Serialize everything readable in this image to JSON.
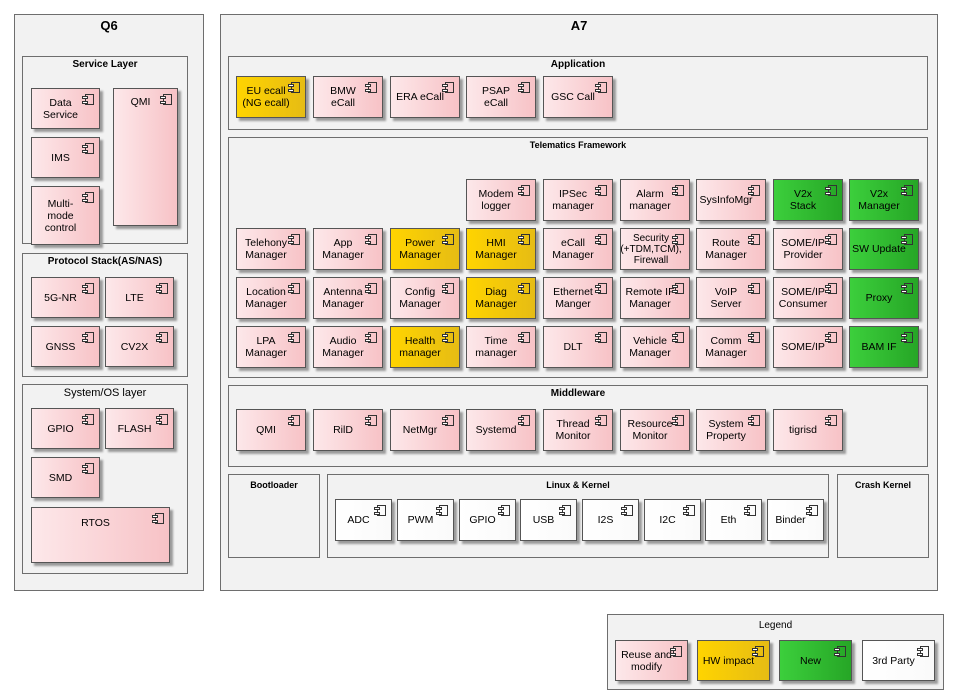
{
  "q6": {
    "title": "Q6",
    "service_layer": {
      "title": "Service Layer"
    },
    "protocol_stack": {
      "title": "Protocol Stack(AS/NAS)"
    },
    "system_os": {
      "title": "System/OS layer"
    },
    "components": [
      {
        "id": "data-service",
        "label": "Data\nService",
        "status": "reuse"
      },
      {
        "id": "ims",
        "label": "IMS",
        "status": "reuse"
      },
      {
        "id": "multimode-control",
        "label": "Multi-\nmode\ncontrol",
        "status": "reuse"
      },
      {
        "id": "qmi",
        "label": "QMI",
        "status": "reuse"
      },
      {
        "id": "5g-nr",
        "label": "5G-NR",
        "status": "reuse"
      },
      {
        "id": "lte",
        "label": "LTE",
        "status": "reuse"
      },
      {
        "id": "gnss",
        "label": "GNSS",
        "status": "reuse"
      },
      {
        "id": "cv2x",
        "label": "CV2X",
        "status": "reuse"
      },
      {
        "id": "gpio",
        "label": "GPIO",
        "status": "reuse"
      },
      {
        "id": "flash",
        "label": "FLASH",
        "status": "reuse"
      },
      {
        "id": "smd",
        "label": "SMD",
        "status": "reuse"
      },
      {
        "id": "rtos",
        "label": "RTOS",
        "status": "reuse"
      }
    ]
  },
  "a7": {
    "title": "A7",
    "application": {
      "title": "Application",
      "components": [
        {
          "id": "eu-ecall",
          "label": "EU ecall\n(NG ecall)",
          "status": "hw"
        },
        {
          "id": "bmw-ecall",
          "label": "BMW eCall",
          "status": "reuse"
        },
        {
          "id": "era-ecall",
          "label": "ERA eCall",
          "status": "reuse"
        },
        {
          "id": "psap-ecall",
          "label": "PSAP eCall",
          "status": "reuse"
        },
        {
          "id": "gsc-call",
          "label": "GSC Call",
          "status": "reuse"
        }
      ]
    },
    "telematics": {
      "title": "Telematics Framework",
      "components": [
        {
          "id": "modem-logger",
          "label": "Modem\nlogger",
          "status": "reuse"
        },
        {
          "id": "ipsec-manager",
          "label": "IPSec\nmanager",
          "status": "reuse"
        },
        {
          "id": "alarm-manager",
          "label": "Alarm\nmanager",
          "status": "reuse"
        },
        {
          "id": "sysinfomgr",
          "label": "SysInfoMgr",
          "status": "reuse"
        },
        {
          "id": "v2x-stack",
          "label": "V2x\nStack",
          "status": "new"
        },
        {
          "id": "v2x-manager",
          "label": "V2x\nManager",
          "status": "new"
        },
        {
          "id": "telehony-manager",
          "label": "Telehony\nManager",
          "status": "reuse"
        },
        {
          "id": "app-manager",
          "label": "App\nManager",
          "status": "reuse"
        },
        {
          "id": "power-manager",
          "label": "Power\nManager",
          "status": "hw"
        },
        {
          "id": "hmi-manager",
          "label": "HMI\nManager",
          "status": "hw"
        },
        {
          "id": "ecall-manager",
          "label": "eCall\nManager",
          "status": "reuse"
        },
        {
          "id": "security-manager",
          "label": "Security\n(+TDM,TCM),\nFirewall",
          "status": "reuse"
        },
        {
          "id": "route-manager",
          "label": "Route\nManager",
          "status": "reuse"
        },
        {
          "id": "someip-provider",
          "label": "SOME/IP\nProvider",
          "status": "reuse"
        },
        {
          "id": "sw-update",
          "label": "SW Update",
          "status": "new"
        },
        {
          "id": "location-manager",
          "label": "Location\nManager",
          "status": "reuse"
        },
        {
          "id": "antenna-manager",
          "label": "Antenna\nManager",
          "status": "reuse"
        },
        {
          "id": "config-manager",
          "label": "Config\nManager",
          "status": "reuse"
        },
        {
          "id": "diag-manager",
          "label": "Diag\nManager",
          "status": "hw"
        },
        {
          "id": "ethernet-manger",
          "label": "Ethernet\nManger",
          "status": "reuse"
        },
        {
          "id": "remote-if-manager",
          "label": "Remote IF\nManager",
          "status": "reuse"
        },
        {
          "id": "voip-server",
          "label": "VoIP\nServer",
          "status": "reuse"
        },
        {
          "id": "someip-consumer",
          "label": "SOME/IP\nConsumer",
          "status": "reuse"
        },
        {
          "id": "proxy",
          "label": "Proxy",
          "status": "new"
        },
        {
          "id": "lpa-manager",
          "label": "LPA\nManager",
          "status": "reuse"
        },
        {
          "id": "audio-manager",
          "label": "Audio\nManager",
          "status": "reuse"
        },
        {
          "id": "health-manager",
          "label": "Health\nmanager",
          "status": "hw"
        },
        {
          "id": "time-manager",
          "label": "Time\nmanager",
          "status": "reuse"
        },
        {
          "id": "dlt",
          "label": "DLT",
          "status": "reuse"
        },
        {
          "id": "vehicle-manager",
          "label": "Vehicle\nManager",
          "status": "reuse"
        },
        {
          "id": "comm-manager",
          "label": "Comm\nManager",
          "status": "reuse"
        },
        {
          "id": "someip",
          "label": "SOME/IP",
          "status": "reuse"
        },
        {
          "id": "bam-if",
          "label": "BAM IF",
          "status": "new"
        }
      ]
    },
    "middleware": {
      "title": "Middleware",
      "components": [
        {
          "id": "mw-qmi",
          "label": "QMI",
          "status": "reuse"
        },
        {
          "id": "rild",
          "label": "RilD",
          "status": "reuse"
        },
        {
          "id": "netmgr",
          "label": "NetMgr",
          "status": "reuse"
        },
        {
          "id": "systemd",
          "label": "Systemd",
          "status": "reuse"
        },
        {
          "id": "thread-monitor",
          "label": "Thread\nMonitor",
          "status": "reuse"
        },
        {
          "id": "resource-monitor",
          "label": "Resource\nMonitor",
          "status": "reuse"
        },
        {
          "id": "system-property",
          "label": "System\nProperty",
          "status": "reuse"
        },
        {
          "id": "tigrisd",
          "label": "tigrisd",
          "status": "reuse"
        }
      ]
    },
    "bootloader": {
      "title": "Bootloader"
    },
    "linux_kernel": {
      "title": "Linux & Kernel",
      "components": [
        {
          "id": "adc",
          "label": "ADC",
          "status": "third"
        },
        {
          "id": "pwm",
          "label": "PWM",
          "status": "third"
        },
        {
          "id": "k-gpio",
          "label": "GPIO",
          "status": "third"
        },
        {
          "id": "usb",
          "label": "USB",
          "status": "third"
        },
        {
          "id": "i2s",
          "label": "I2S",
          "status": "third"
        },
        {
          "id": "i2c",
          "label": "I2C",
          "status": "third"
        },
        {
          "id": "eth",
          "label": "Eth",
          "status": "third"
        },
        {
          "id": "binder",
          "label": "Binder",
          "status": "third"
        }
      ]
    },
    "crash_kernel": {
      "title": "Crash Kernel"
    }
  },
  "legend": {
    "title": "Legend",
    "items": [
      {
        "id": "legend-reuse",
        "label": "Reuse and\nmodify",
        "status": "reuse"
      },
      {
        "id": "legend-hw",
        "label": "HW impact",
        "status": "hw"
      },
      {
        "id": "legend-new",
        "label": "New",
        "status": "new"
      },
      {
        "id": "legend-third",
        "label": "3rd Party",
        "status": "third"
      }
    ]
  },
  "colors": {
    "reuse": "#f7c2c6",
    "hw": "#ffd400",
    "new": "#2eb82e",
    "third": "#ffffff",
    "frame": "#f2f2f2"
  }
}
